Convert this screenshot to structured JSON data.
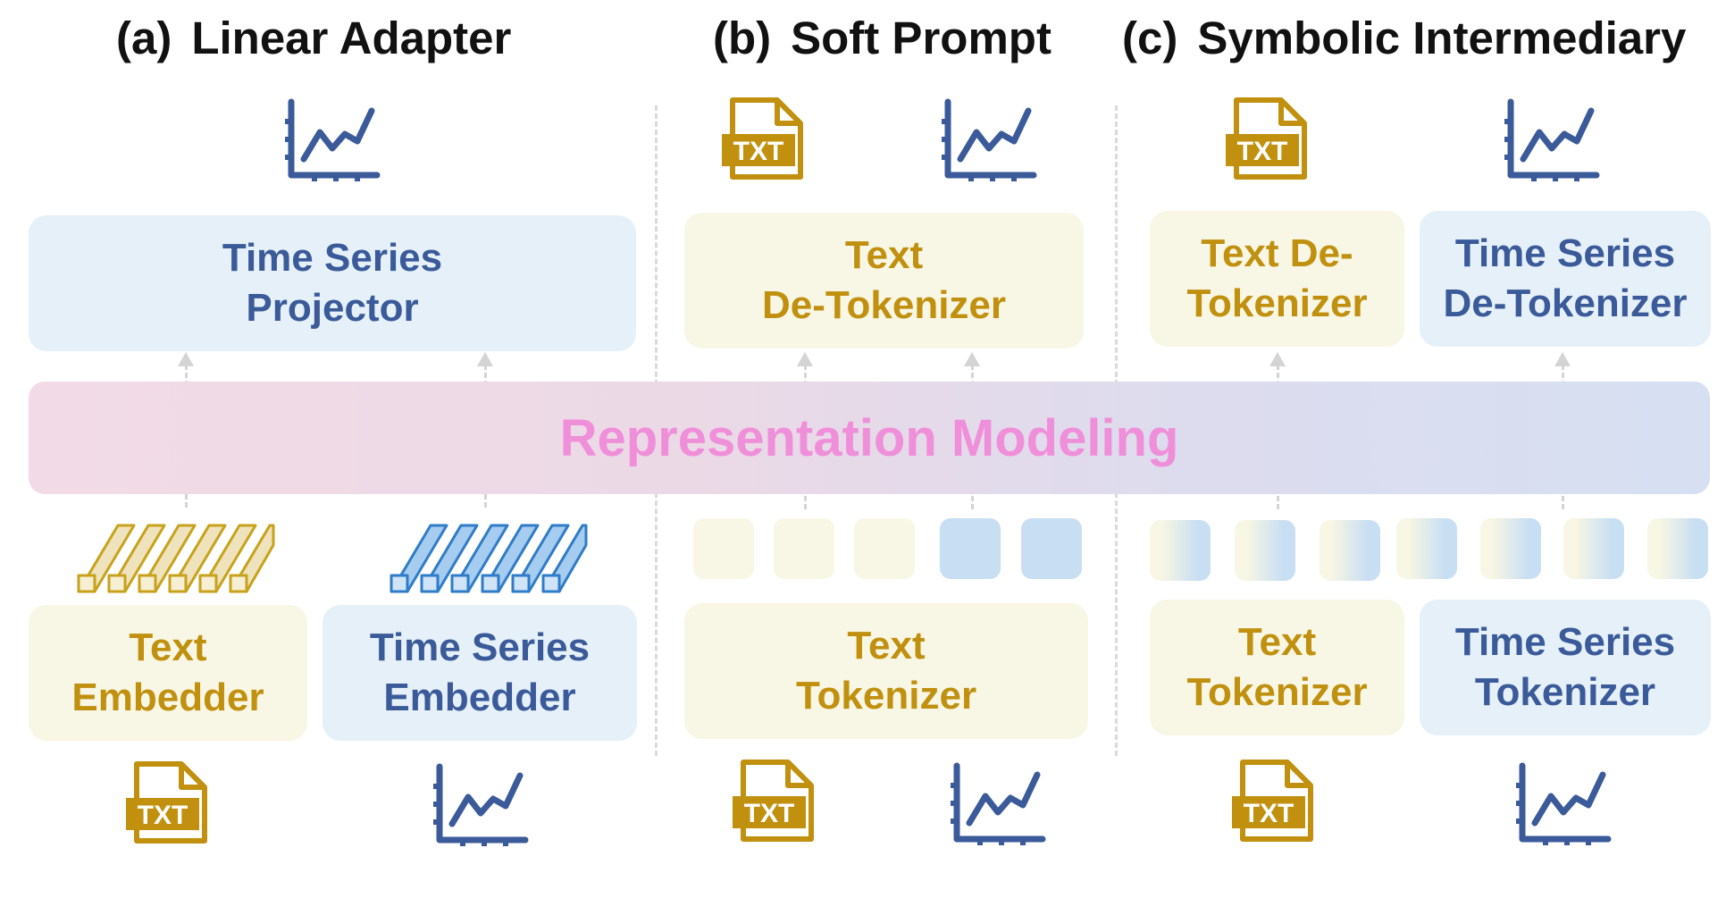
{
  "titles": {
    "a": {
      "label": "(a)",
      "text": "Linear Adapter"
    },
    "b": {
      "label": "(b)",
      "text": "Soft Prompt"
    },
    "c": {
      "label": "(c)",
      "text": "Symbolic Intermediary"
    }
  },
  "center": {
    "label": "Representation Modeling"
  },
  "panel_a": {
    "top_box": [
      "Time Series",
      "Projector"
    ],
    "bottom_left": [
      "Text",
      "Embedder"
    ],
    "bottom_right": [
      "Time Series",
      "Embedder"
    ]
  },
  "panel_b": {
    "top_box": [
      "Text",
      "De-Tokenizer"
    ],
    "bottom_box": [
      "Text",
      "Tokenizer"
    ]
  },
  "panel_c": {
    "top_left": [
      "Text De-",
      "Tokenizer"
    ],
    "top_right": [
      "Time Series",
      "De-Tokenizer"
    ],
    "bottom_left": [
      "Text",
      "Tokenizer"
    ],
    "bottom_right": [
      "Time Series",
      "Tokenizer"
    ]
  },
  "icons": {
    "txt_file_label": "TXT",
    "txt_icon": "txt-file-icon",
    "chart_icon": "line-chart-icon"
  },
  "colors": {
    "text_accent": "#c0900e",
    "time_series_accent": "#3a5a99",
    "text_box_bg": "#f8f6e4",
    "time_series_box_bg": "#e5f0f8",
    "representation_label": "#f08fd9"
  }
}
